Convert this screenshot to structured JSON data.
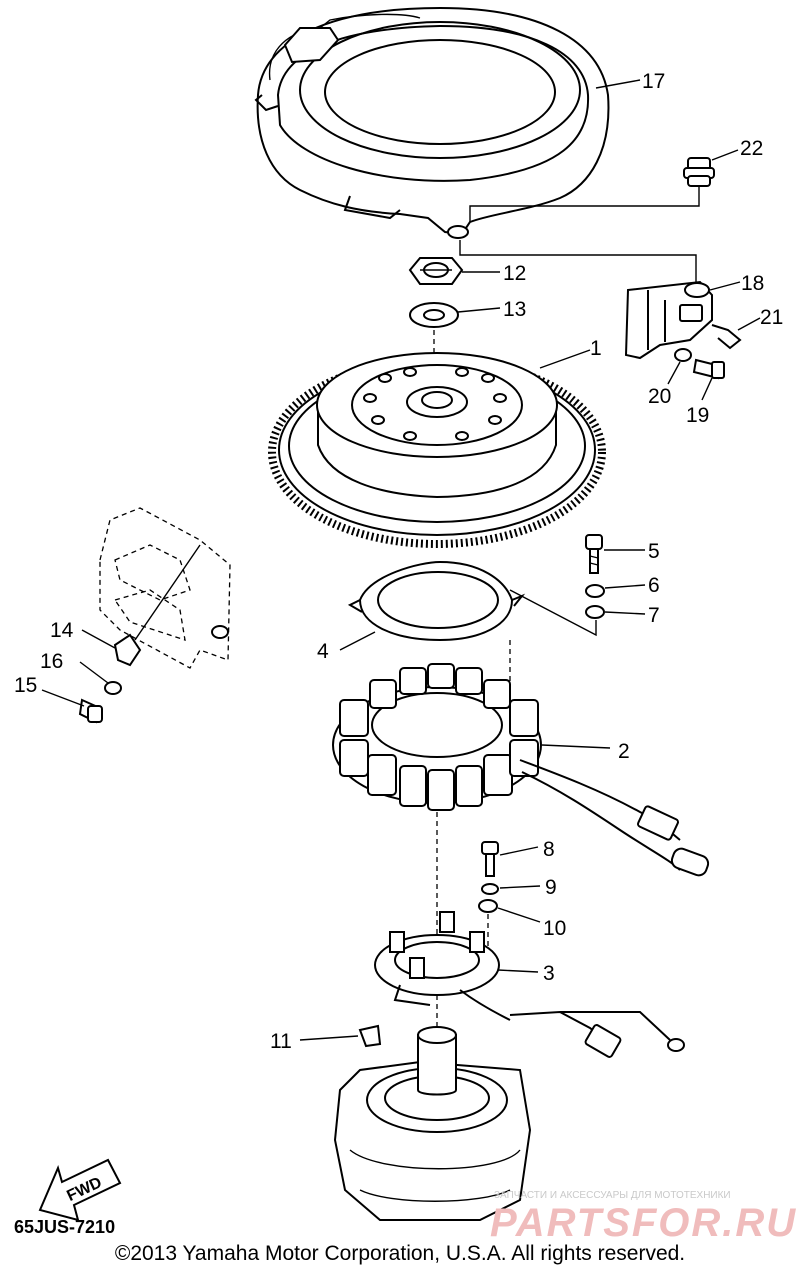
{
  "parts": {
    "p1": "1",
    "p2": "2",
    "p3": "3",
    "p4": "4",
    "p5": "5",
    "p6": "6",
    "p7": "7",
    "p8": "8",
    "p9": "9",
    "p10": "10",
    "p11": "11",
    "p12": "12",
    "p13": "13",
    "p14": "14",
    "p15": "15",
    "p16": "16",
    "p17": "17",
    "p18": "18",
    "p19": "19",
    "p20": "20",
    "p21": "21",
    "p22": "22"
  },
  "diagram_code": "65JUS-7210",
  "fwd_label": "FWD",
  "watermark": {
    "tagline": "ЗАПЧАСТИ И АКСЕССУАРЫ ДЛЯ МОТОТЕХНИКИ",
    "brand": "PARTSFOR.RU"
  },
  "copyright": "©2013 Yamaha Motor Corporation, U.S.A. All rights reserved."
}
